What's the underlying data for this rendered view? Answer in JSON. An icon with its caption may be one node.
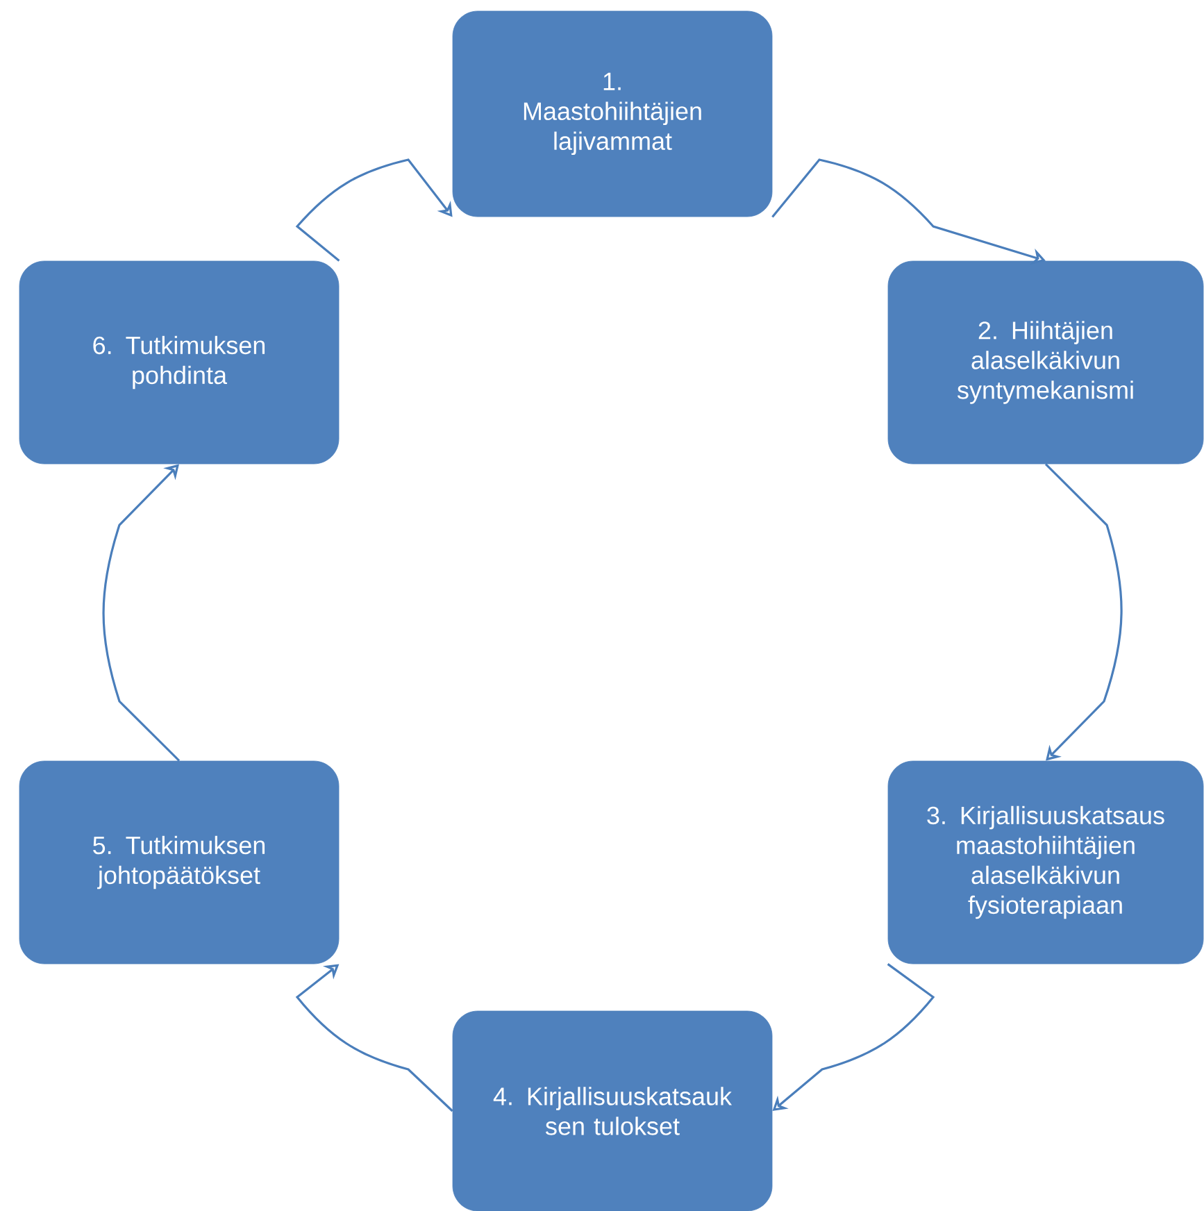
{
  "diagram": {
    "nodes": [
      {
        "text": [
          "1. Maastohiihtäjien lajivammat"
        ]
      },
      {
        "text": [
          "2. Hiihtäjien alaselkäkivun syntymekanismi"
        ]
      },
      {
        "text": [
          "3. Kirjallisuuskatsaus maastohiihtäjien alaselkäkivun fysioterapiaan"
        ]
      },
      {
        "text": [
          "4. Kirjallisuuskatsauk sen tulokset"
        ]
      },
      {
        "text": [
          "5. Tutkimuksen johtopäätökset"
        ]
      },
      {
        "text": [
          "6. Tutkimuksen pohdinta"
        ]
      }
    ],
    "edges": [
      {
        "from": 0,
        "to": 1,
        "arrow": "to"
      },
      {
        "from": 1,
        "to": 2,
        "arrow": "to"
      },
      {
        "from": 2,
        "to": 3,
        "arrow": "to"
      },
      {
        "from": 3,
        "to": 4,
        "arrow": "to"
      },
      {
        "from": 4,
        "to": 5,
        "arrow": "to"
      },
      {
        "from": 5,
        "to": 0,
        "arrow": "to"
      }
    ]
  }
}
